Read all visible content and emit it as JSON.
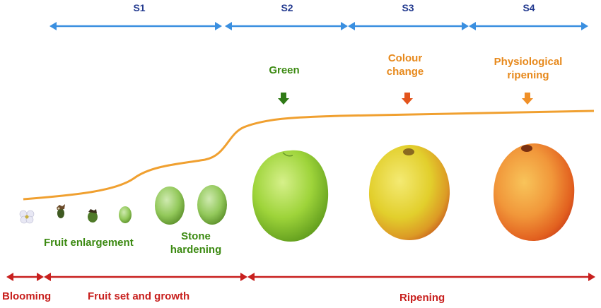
{
  "stages": [
    "S1",
    "S2",
    "S3",
    "S4"
  ],
  "growth_labels": {
    "fruit_enlargement": "Fruit enlargement",
    "stone_hardening_line1": "Stone",
    "stone_hardening_line2": "hardening"
  },
  "ripening_labels": {
    "green": "Green",
    "colour_change_line1": "Colour",
    "colour_change_line2": "change",
    "physiological_line1": "Physiological",
    "physiological_line2": "ripening"
  },
  "phases": {
    "blooming": "Blooming",
    "fruit_set": "Fruit set and growth",
    "ripening": "Ripening"
  },
  "colors": {
    "stage_arrow": "#3a8fe0",
    "stage_text": "#233a8f",
    "phase_arrow": "#c8201e",
    "growth_curve": "#f0a030",
    "green_text": "#3c8a12",
    "orange_text": "#e7891c"
  }
}
